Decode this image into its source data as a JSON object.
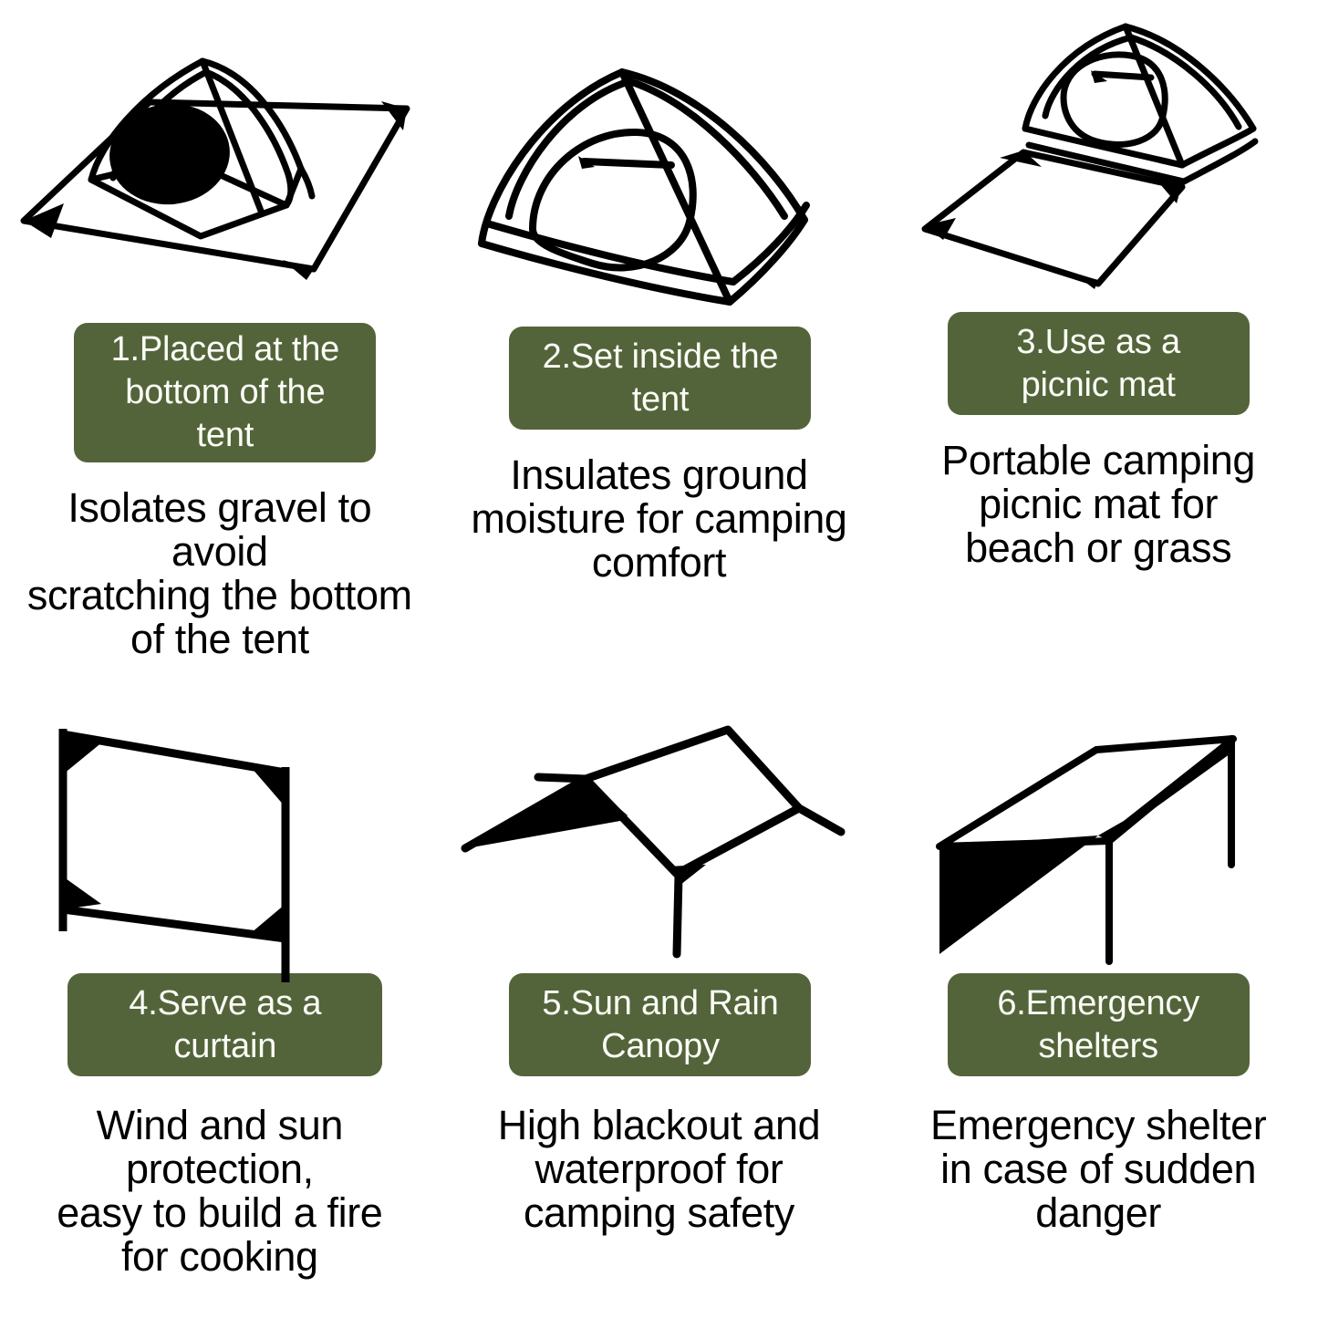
{
  "page": {
    "kind": "product-feature-infographic",
    "subject": "multi-use camping tarp / footprint",
    "background_color": "#ffffff",
    "badge_color": "#54643a",
    "badge_text_color": "#fbfdf7",
    "caption_text_color": "#000000",
    "line_art_color": "#000000"
  },
  "panels": [
    {
      "index": 1,
      "badge_label": "1.Placed at the\nbottom of the tent",
      "caption": "Isolates gravel to avoid\nscratching the bottom\nof the tent",
      "illustration": "tent-on-ground-tarp-icon"
    },
    {
      "index": 2,
      "badge_label": "2.Set inside the tent",
      "caption": "Insulates ground\nmoisture for camping\ncomfort",
      "illustration": "dome-tent-open-door-icon"
    },
    {
      "index": 3,
      "badge_label": "3.Use as a picnic\nmat",
      "caption": "Portable camping\npicnic mat for\nbeach or grass",
      "illustration": "tent-with-spread-mat-icon"
    },
    {
      "index": 4,
      "badge_label": "4.Serve as a curtain",
      "caption": "Wind and sun protection,\neasy to build a fire\nfor cooking",
      "illustration": "tarp-curtain-windbreak-icon"
    },
    {
      "index": 5,
      "badge_label": "5.Sun and Rain\nCanopy",
      "caption": "High blackout and\nwaterproof for\ncamping safety",
      "illustration": "a-frame-tarp-canopy-icon"
    },
    {
      "index": 6,
      "badge_label": "6.Emergency\nshelters",
      "caption": "Emergency shelter\nin case of sudden\ndanger",
      "illustration": "lean-to-shelter-icon"
    }
  ]
}
